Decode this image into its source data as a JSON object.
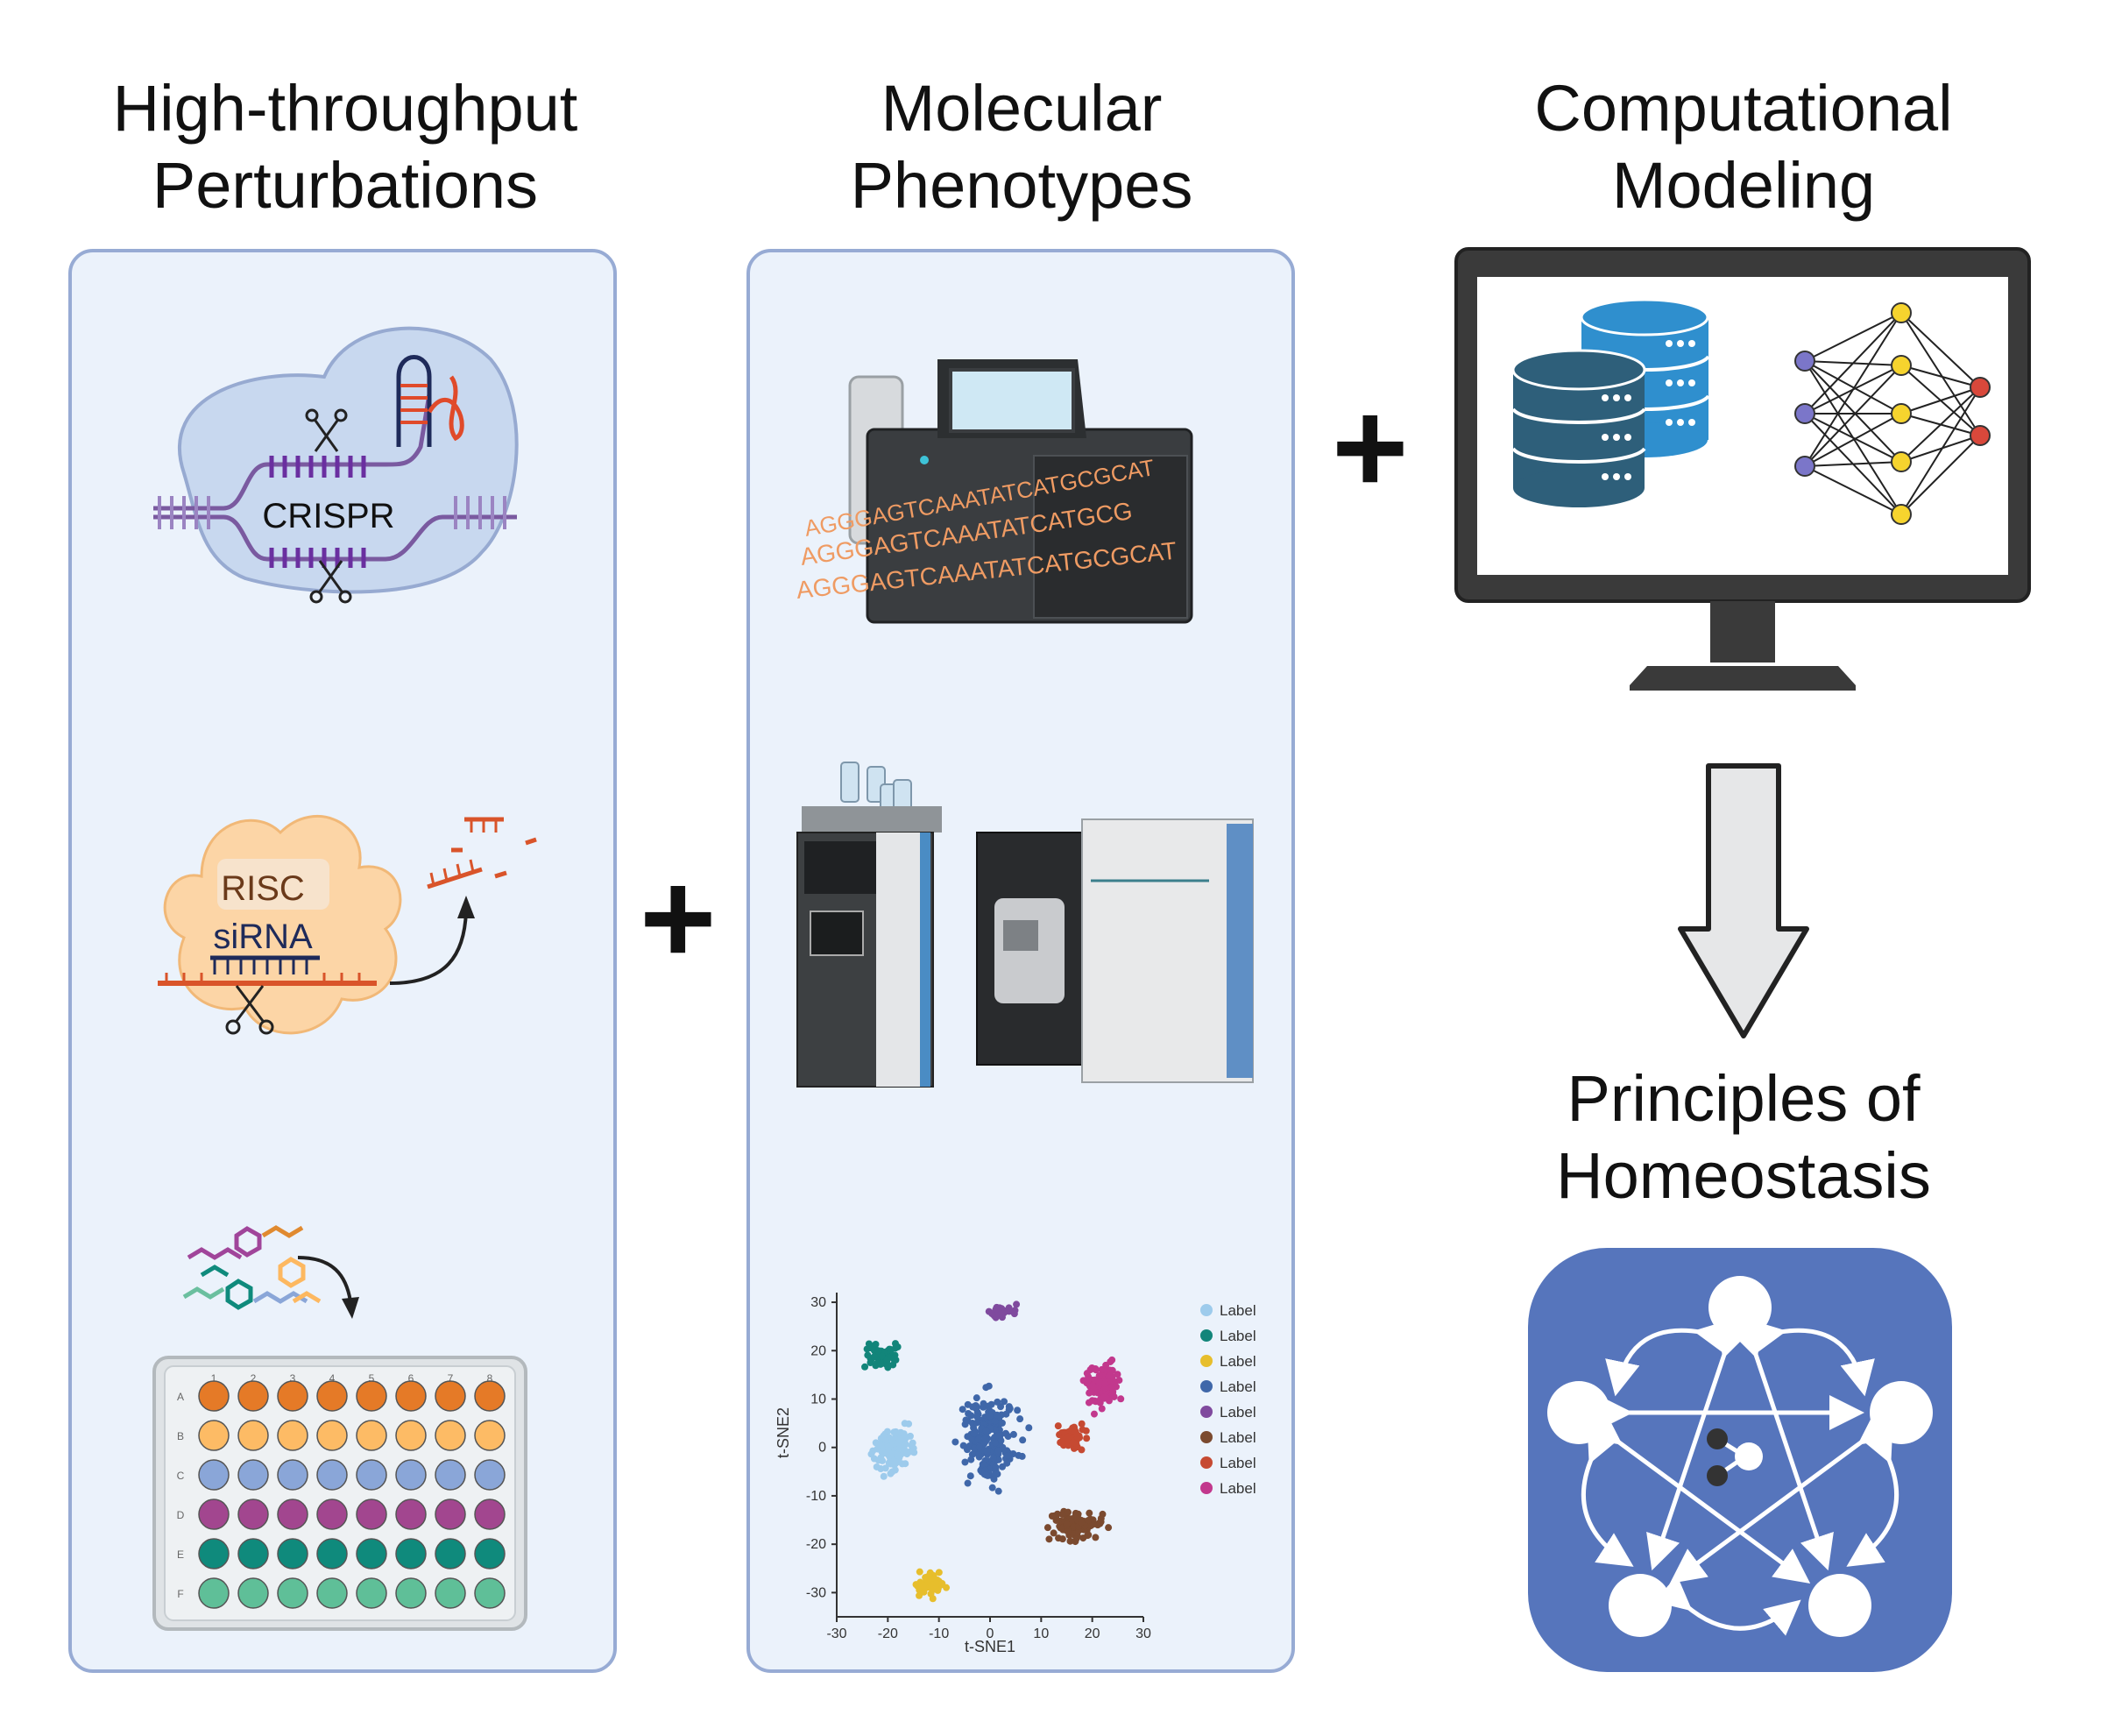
{
  "columns": {
    "perturbations": {
      "title_line1": "High-throughput",
      "title_line2": "Perturbations"
    },
    "phenotypes": {
      "title_line1": "Molecular",
      "title_line2": "Phenotypes"
    },
    "modeling": {
      "title_line1": "Computational",
      "title_line2": "Modeling"
    }
  },
  "operators": {
    "plus_1": "+",
    "plus_2": "+"
  },
  "crispr": {
    "label": "CRISPR"
  },
  "rnai": {
    "complex_label": "RISC",
    "guide_label": "siRNA"
  },
  "plate": {
    "columns": [
      "1",
      "2",
      "3",
      "4",
      "5",
      "6",
      "7",
      "8"
    ],
    "rows": [
      "A",
      "B",
      "C",
      "D",
      "E",
      "F"
    ],
    "row_colors": [
      "#e57a27",
      "#fdbb65",
      "#8aa6d8",
      "#a2468f",
      "#0f8a7c",
      "#5fbf98"
    ]
  },
  "sequencing": {
    "reads": [
      "AGGGAGTCAAATATCATGCGCAT",
      "AGGGAGTCAAATATCATGCG",
      "AGGGAGTCAAATATCATGCGCAT"
    ]
  },
  "tsne": {
    "xlabel": "t-SNE1",
    "ylabel": "t-SNE2",
    "legend": [
      "Label",
      "Label",
      "Label",
      "Label",
      "Label",
      "Label",
      "Label",
      "Label"
    ]
  },
  "outcome": {
    "title_line1": "Principles of",
    "title_line2": "Homeostasis"
  },
  "chart_data": {
    "type": "scatter",
    "xlabel": "t-SNE1",
    "ylabel": "t-SNE2",
    "xlim": [
      -30,
      30
    ],
    "ylim": [
      -35,
      32
    ],
    "xticks": [
      -30,
      -20,
      -10,
      0,
      10,
      20,
      30
    ],
    "yticks": [
      30,
      20,
      10,
      0,
      -10,
      -20,
      -30
    ],
    "legend_position": "right",
    "series": [
      {
        "name": "Label",
        "color": "#9dcbec",
        "center": [
          -19,
          0
        ],
        "spread": [
          6,
          7
        ],
        "n": 130
      },
      {
        "name": "Label",
        "color": "#12857a",
        "center": [
          -21,
          19
        ],
        "spread": [
          5,
          5
        ],
        "n": 55
      },
      {
        "name": "Label",
        "color": "#e7be2c",
        "center": [
          -12,
          -28
        ],
        "spread": [
          5,
          4
        ],
        "n": 50
      },
      {
        "name": "Label",
        "color": "#3f67a9",
        "center": [
          0,
          2
        ],
        "spread": [
          9,
          14
        ],
        "n": 200
      },
      {
        "name": "Label",
        "color": "#7f4a9e",
        "center": [
          2,
          28
        ],
        "spread": [
          4,
          2
        ],
        "n": 32
      },
      {
        "name": "Label",
        "color": "#7b4a2f",
        "center": [
          17,
          -16
        ],
        "spread": [
          8,
          5
        ],
        "n": 95
      },
      {
        "name": "Label",
        "color": "#c64a32",
        "center": [
          16,
          2
        ],
        "spread": [
          4,
          5
        ],
        "n": 50
      },
      {
        "name": "Label",
        "color": "#c2388d",
        "center": [
          22,
          13
        ],
        "spread": [
          6,
          7
        ],
        "n": 110
      }
    ]
  }
}
